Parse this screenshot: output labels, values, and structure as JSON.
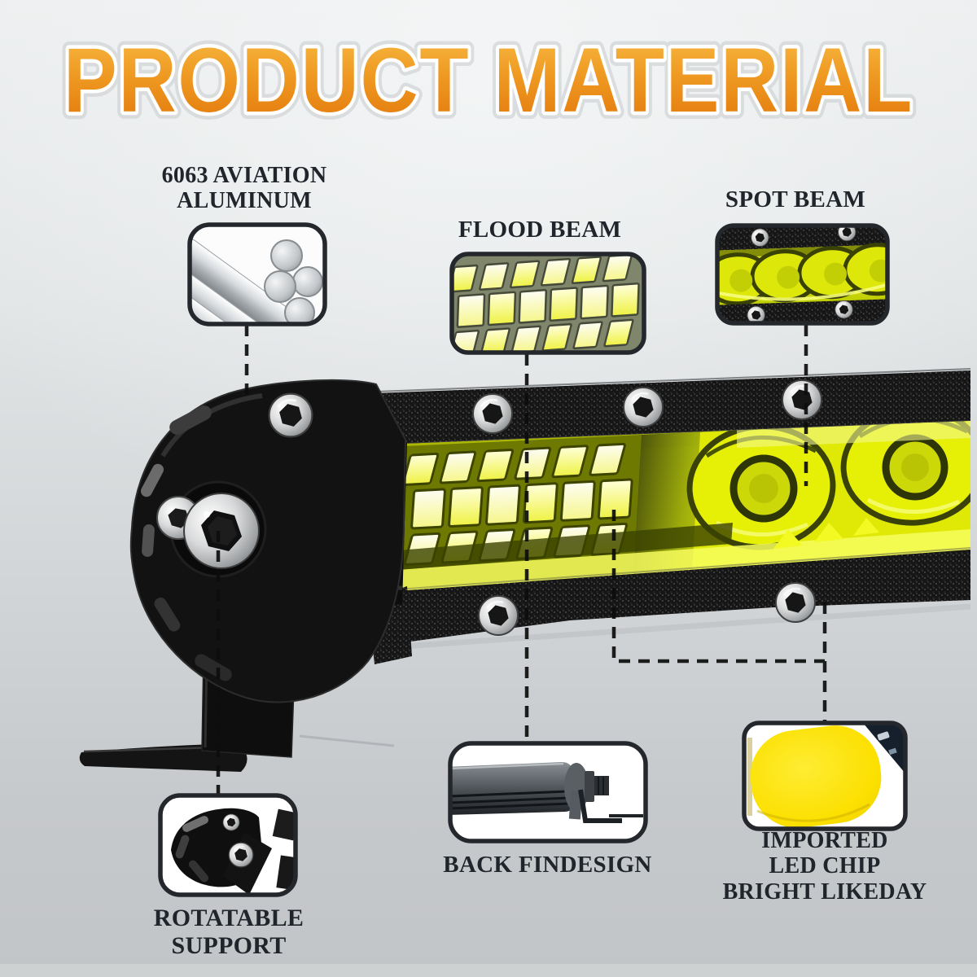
{
  "title": "PRODUCT MATERIAL",
  "callouts": {
    "aluminum": {
      "line1": "6063 AVIATION",
      "line2": "ALUMINUM"
    },
    "flood_beam": {
      "line1": "FLOOD BEAM"
    },
    "spot_beam": {
      "line1": "SPOT BEAM"
    },
    "rotatable_support": {
      "line1": "ROTATABLE",
      "line2": "SUPPORT"
    },
    "back_fin": {
      "line1": "BACK FINDESIGN"
    },
    "led_chip": {
      "line1": "IMPORTED",
      "line2": "LED CHIP",
      "line3": "BRIGHT LIKEDAY"
    }
  },
  "colors": {
    "title_gradient_top": "#f7bb45",
    "title_gradient_bottom": "#e2760a",
    "title_outline": "#ffffff",
    "label_text": "#20252b",
    "lens_yellow": "#e6ee00",
    "led_chip_yellow": "#fbe000",
    "connector_line": "#0d0d0d",
    "box_border": "#24272c",
    "background_top": "#eceeef",
    "background_bottom": "#c2c5c8"
  }
}
